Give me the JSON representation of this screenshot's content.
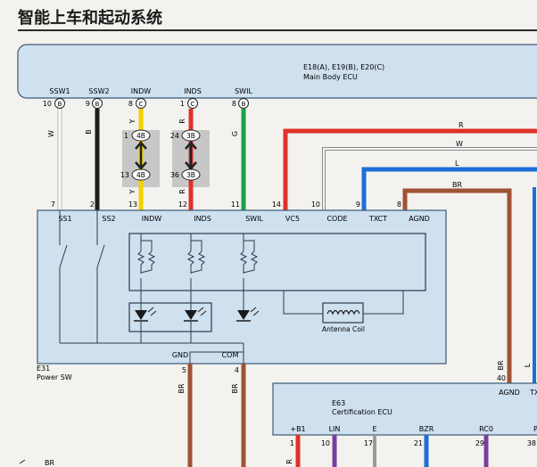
{
  "page": {
    "title": "智能上车和起动系统"
  },
  "colors": {
    "ecu_fill": "#cfe0ef",
    "ecu_stroke": "#3a5a78",
    "red": "#e0312a",
    "yellow": "#f2d200",
    "green": "#17a24a",
    "black": "#1c1c1c",
    "white_wire": "#e9e9e9",
    "blue": "#1d6fd6",
    "brown": "#a05236",
    "purple": "#7a3e9e",
    "connector_fill": "#c7c7c7"
  },
  "main_ecu": {
    "codes": "E18(A), E19(B), E20(C)",
    "name": "Main Body ECU",
    "pins": [
      {
        "label": "SSW1",
        "pin": "10",
        "conn": "B",
        "wire_label": "W"
      },
      {
        "label": "SSW2",
        "pin": "9",
        "conn": "B",
        "wire_label": "B"
      },
      {
        "label": "INDW",
        "pin": "8",
        "conn": "C",
        "wire_label": "Y"
      },
      {
        "label": "INDS",
        "pin": "1",
        "conn": "C",
        "wire_label": "R"
      },
      {
        "label": "SWIL",
        "pin": "8",
        "conn": "B",
        "wire_label": "G"
      }
    ]
  },
  "junctions": [
    {
      "top_pin": "1",
      "top_conn": "4B",
      "bottom_pin": "13",
      "bottom_conn": "4B",
      "wire_label": "Y"
    },
    {
      "top_pin": "24",
      "top_conn": "3B",
      "bottom_pin": "36",
      "bottom_conn": "3B",
      "wire_label": "R"
    }
  ],
  "side_wires": [
    {
      "label": "R"
    },
    {
      "label": "W"
    },
    {
      "label": "L"
    },
    {
      "label": "BR"
    }
  ],
  "power_sw": {
    "code": "E31",
    "name": "Power SW",
    "top_pins": [
      {
        "label": "SS1",
        "pin": "7"
      },
      {
        "label": "SS2",
        "pin": "2"
      },
      {
        "label": "INDW",
        "pin": "13"
      },
      {
        "label": "INDS",
        "pin": "12"
      },
      {
        "label": "SWIL",
        "pin": "11"
      },
      {
        "label": "VC5",
        "pin": "14"
      },
      {
        "label": "CODE",
        "pin": "10"
      },
      {
        "label": "TXCT",
        "pin": "9"
      },
      {
        "label": "AGND",
        "pin": "8"
      }
    ],
    "bottom_pins": [
      {
        "label": "GND",
        "pin": "5",
        "wire_label": "BR"
      },
      {
        "label": "COM",
        "pin": "4",
        "wire_label": "BR"
      }
    ],
    "antenna_label": "Antenna Coil"
  },
  "cert_ecu": {
    "code": "E63",
    "name": "Certification ECU",
    "top_pins": [
      {
        "label": "AGND",
        "pin": "40",
        "wire_label": "BR"
      },
      {
        "label": "TX",
        "pin": "",
        "wire_label": "L"
      }
    ],
    "bottom_pins": [
      {
        "label": "+B1",
        "pin": "1"
      },
      {
        "label": "LIN",
        "pin": "10"
      },
      {
        "label": "E",
        "pin": "17"
      },
      {
        "label": "BZR",
        "pin": "21"
      },
      {
        "label": "RC0",
        "pin": "29"
      },
      {
        "label": "P",
        "pin": "38"
      }
    ],
    "bottom_wire_labels": [
      "BR",
      "R"
    ]
  }
}
